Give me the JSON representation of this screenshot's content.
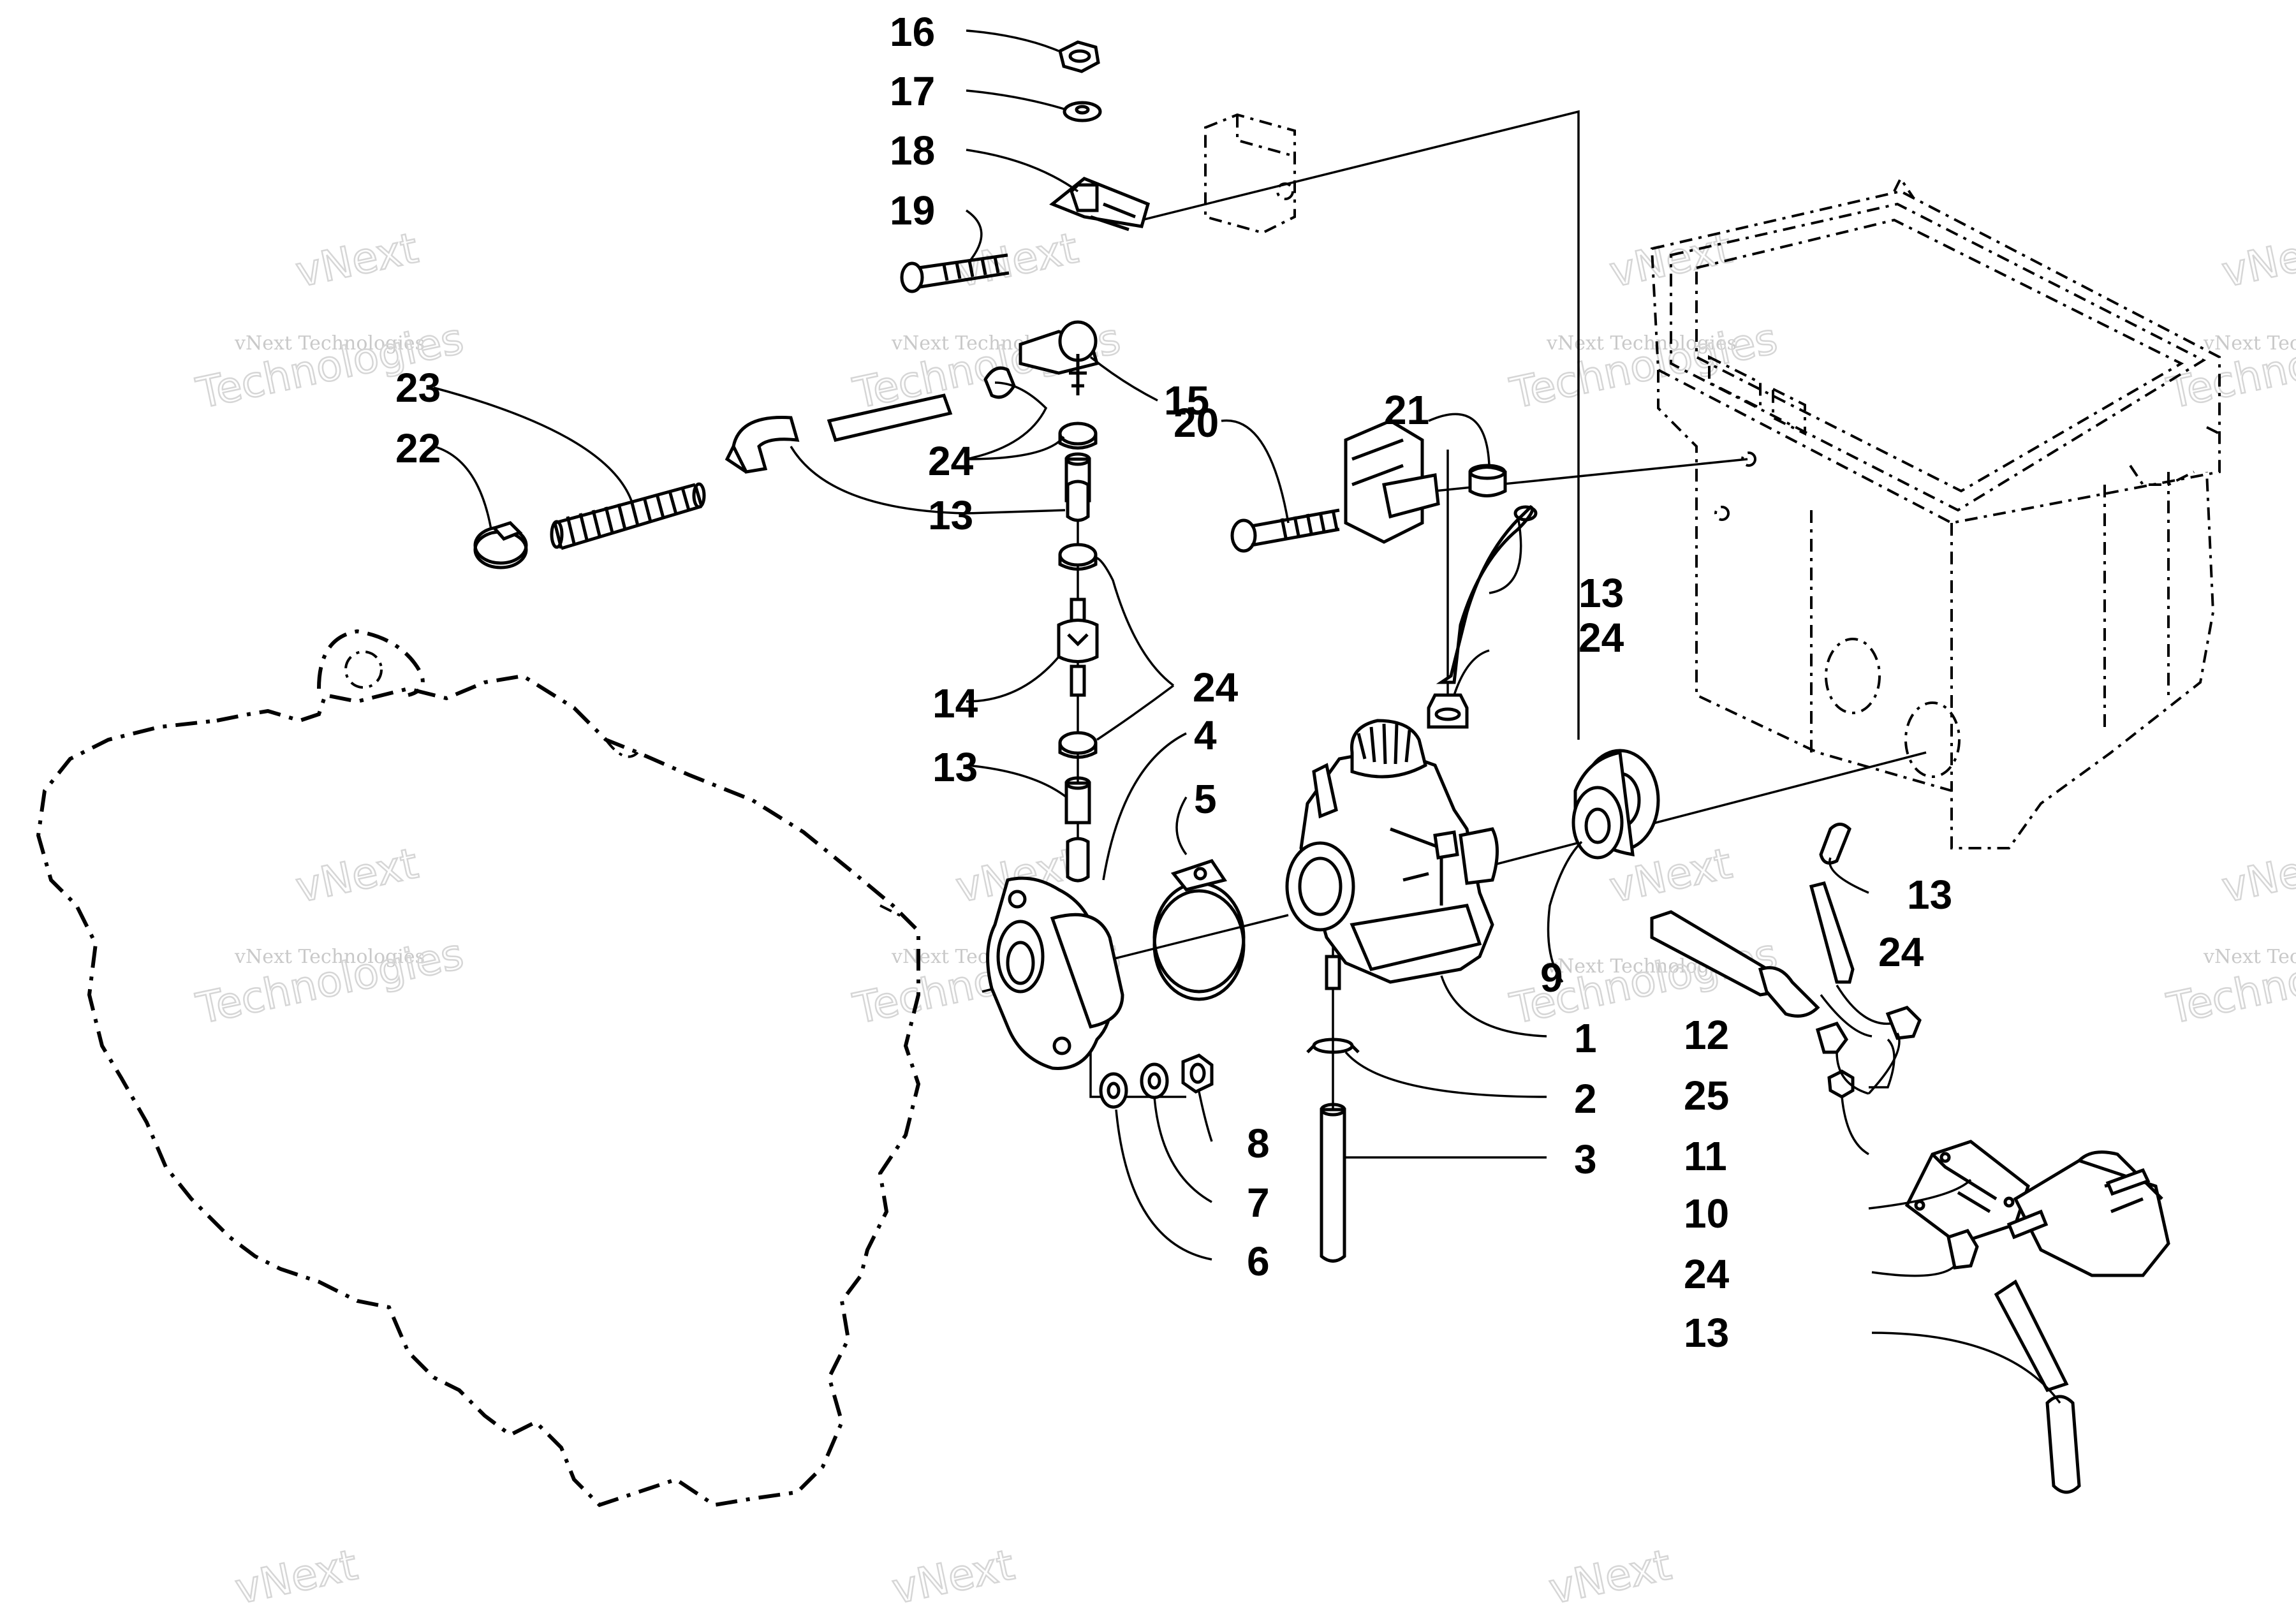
{
  "watermark": {
    "text": "vNext Technologies",
    "line1": "vNext",
    "line2": "Technologies"
  },
  "callouts": {
    "c1": "1",
    "c2": "2",
    "c3": "3",
    "c4": "4",
    "c5": "5",
    "c6": "6",
    "c7": "7",
    "c8": "8",
    "c9": "9",
    "c10": "10",
    "c11": "11",
    "c12": "12",
    "c13a": "13",
    "c13b": "13",
    "c13c": "13",
    "c13d": "13",
    "c13e": "13",
    "c14": "14",
    "c15": "15",
    "c16": "16",
    "c17": "17",
    "c18": "18",
    "c19": "19",
    "c20": "20",
    "c21": "21",
    "c22": "22",
    "c23": "23",
    "c24a": "24",
    "c24b": "24",
    "c24c": "24",
    "c24d": "24",
    "c24e": "24",
    "c25": "25"
  }
}
